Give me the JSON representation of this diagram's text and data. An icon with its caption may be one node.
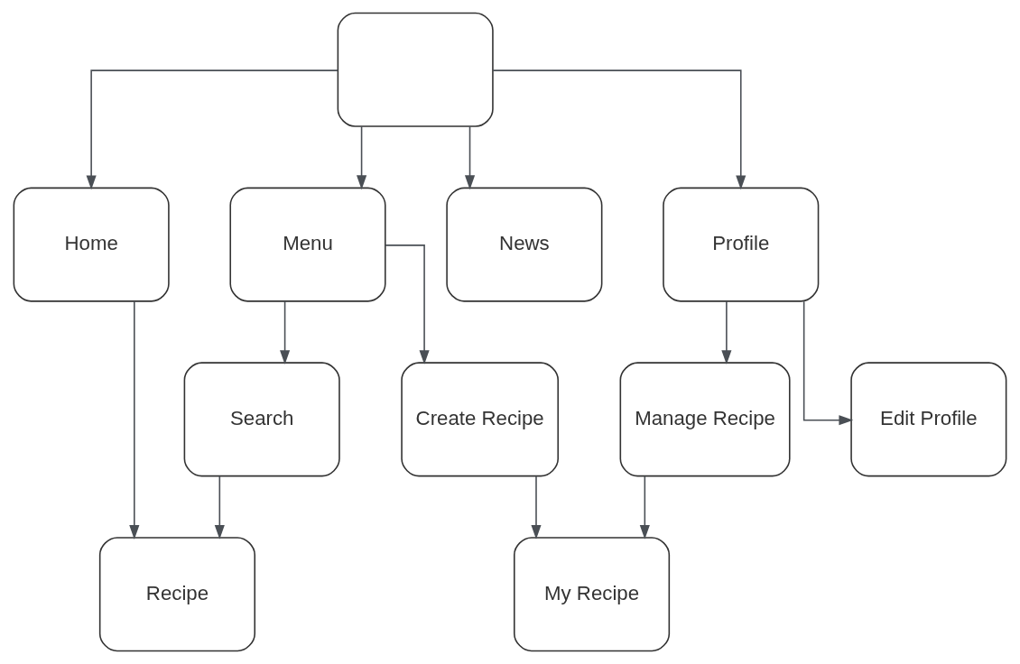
{
  "diagram": {
    "nodes": [
      {
        "text": [],
        "shape": "box"
      },
      {
        "text": [
          "Home"
        ]
      },
      {
        "text": [
          "Menu"
        ]
      },
      {
        "text": [
          "News"
        ]
      },
      {
        "text": [
          "Profile"
        ]
      },
      {
        "text": [
          "Search"
        ]
      },
      {
        "text": [
          "Create Recipe"
        ]
      },
      {
        "text": [
          "Manage Recipe"
        ]
      },
      {
        "text": [
          "Edit Profile"
        ]
      },
      {
        "text": [
          "Recipe"
        ]
      },
      {
        "text": [
          "My Recipe"
        ]
      }
    ],
    "edges": [
      {
        "from": 0,
        "to": 1,
        "arrow": "to"
      },
      {
        "from": 0,
        "to": 2,
        "arrow": "to"
      },
      {
        "from": 0,
        "to": 3,
        "arrow": "to"
      },
      {
        "from": 0,
        "to": 4,
        "arrow": "to"
      },
      {
        "from": 2,
        "to": 5,
        "arrow": "to"
      },
      {
        "from": 2,
        "to": 6,
        "arrow": "to"
      },
      {
        "from": 4,
        "to": 7,
        "arrow": "to"
      },
      {
        "from": 4,
        "to": 8,
        "arrow": "to"
      },
      {
        "from": 5,
        "to": 9,
        "arrow": "to"
      },
      {
        "from": 1,
        "to": 9,
        "arrow": "to"
      },
      {
        "from": 6,
        "to": 10,
        "arrow": "to"
      },
      {
        "from": 7,
        "to": 10,
        "arrow": "to"
      }
    ]
  }
}
